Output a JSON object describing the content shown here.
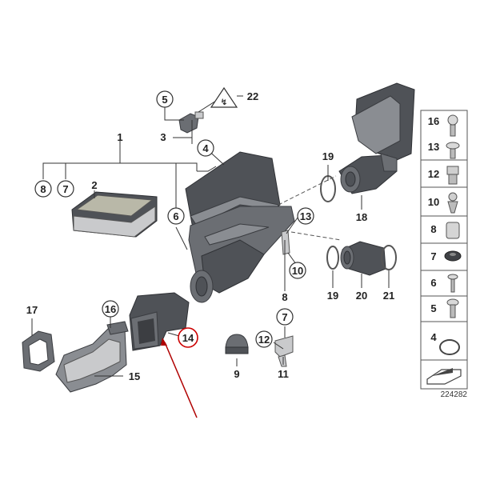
{
  "diagram": {
    "callouts": {
      "c1": "1",
      "c2": "2",
      "c3": "3",
      "c4": "4",
      "c5": "5",
      "c6": "6",
      "c7": "7",
      "c8": "8",
      "c9": "9",
      "c10": "10",
      "c11": "11",
      "c12": "12",
      "c13": "13",
      "c14": "14",
      "c15": "15",
      "c16": "16",
      "c17": "17",
      "c18": "18",
      "c19": "19",
      "c20": "20",
      "c21": "21",
      "c22": "22"
    },
    "side_panel": {
      "items": [
        "16",
        "13",
        "12",
        "10",
        "8",
        "7",
        "6",
        "5",
        "4"
      ]
    },
    "reference_number": "224282",
    "highlighted_part": "14",
    "colors": {
      "highlight_ring": "#cc0000",
      "arrow": "#b00000",
      "part_gray": "#4f5257"
    }
  }
}
